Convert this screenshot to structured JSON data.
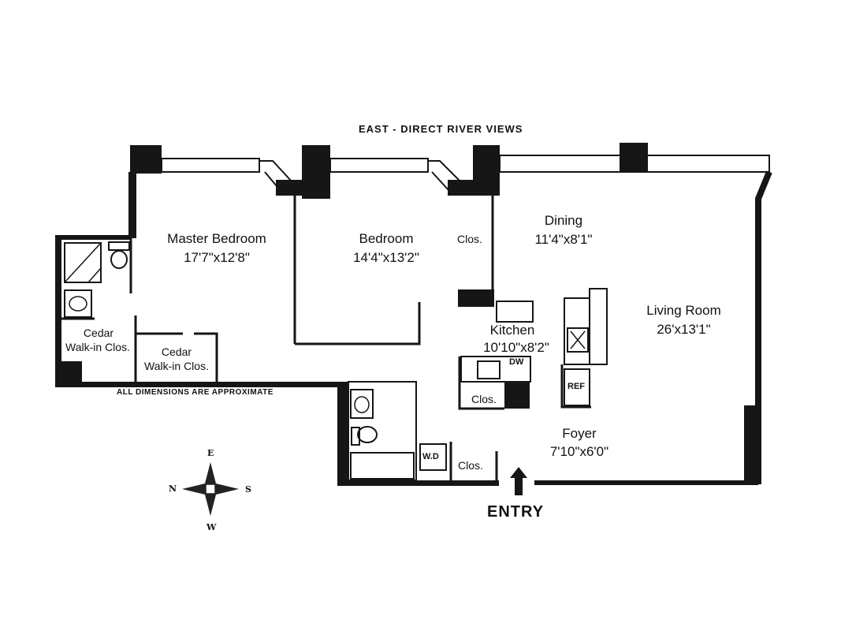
{
  "header": {
    "view_label": "EAST - DIRECT RIVER VIEWS"
  },
  "rooms": {
    "master_bedroom": {
      "name": "Master Bedroom",
      "dims": "17'7\"x12'8\""
    },
    "bedroom": {
      "name": "Bedroom",
      "dims": "14'4\"x13'2\""
    },
    "bedroom_closet": {
      "name": "Clos."
    },
    "dining": {
      "name": "Dining",
      "dims": "11'4\"x8'1\""
    },
    "living_room": {
      "name": "Living Room",
      "dims": "26'x13'1\""
    },
    "kitchen": {
      "name": "Kitchen",
      "dims": "10'10\"x8'2\""
    },
    "cedar_closet_1": {
      "line1": "Cedar",
      "line2": "Walk-in Clos."
    },
    "cedar_closet_2": {
      "line1": "Cedar",
      "line2": "Walk-in Clos."
    },
    "kitchen_closet": {
      "name": "Clos."
    },
    "foyer": {
      "name": "Foyer",
      "dims": "7'10\"x6'0\""
    },
    "foyer_closet": {
      "name": "Clos."
    }
  },
  "appliances": {
    "dishwasher": "DW",
    "refrigerator": "REF",
    "washer_dryer": "W.D"
  },
  "note": "ALL DIMENSIONS ARE APPROXIMATE",
  "entry_label": "ENTRY",
  "compass": {
    "north": "N",
    "east": "E",
    "south": "S",
    "west": "W"
  }
}
